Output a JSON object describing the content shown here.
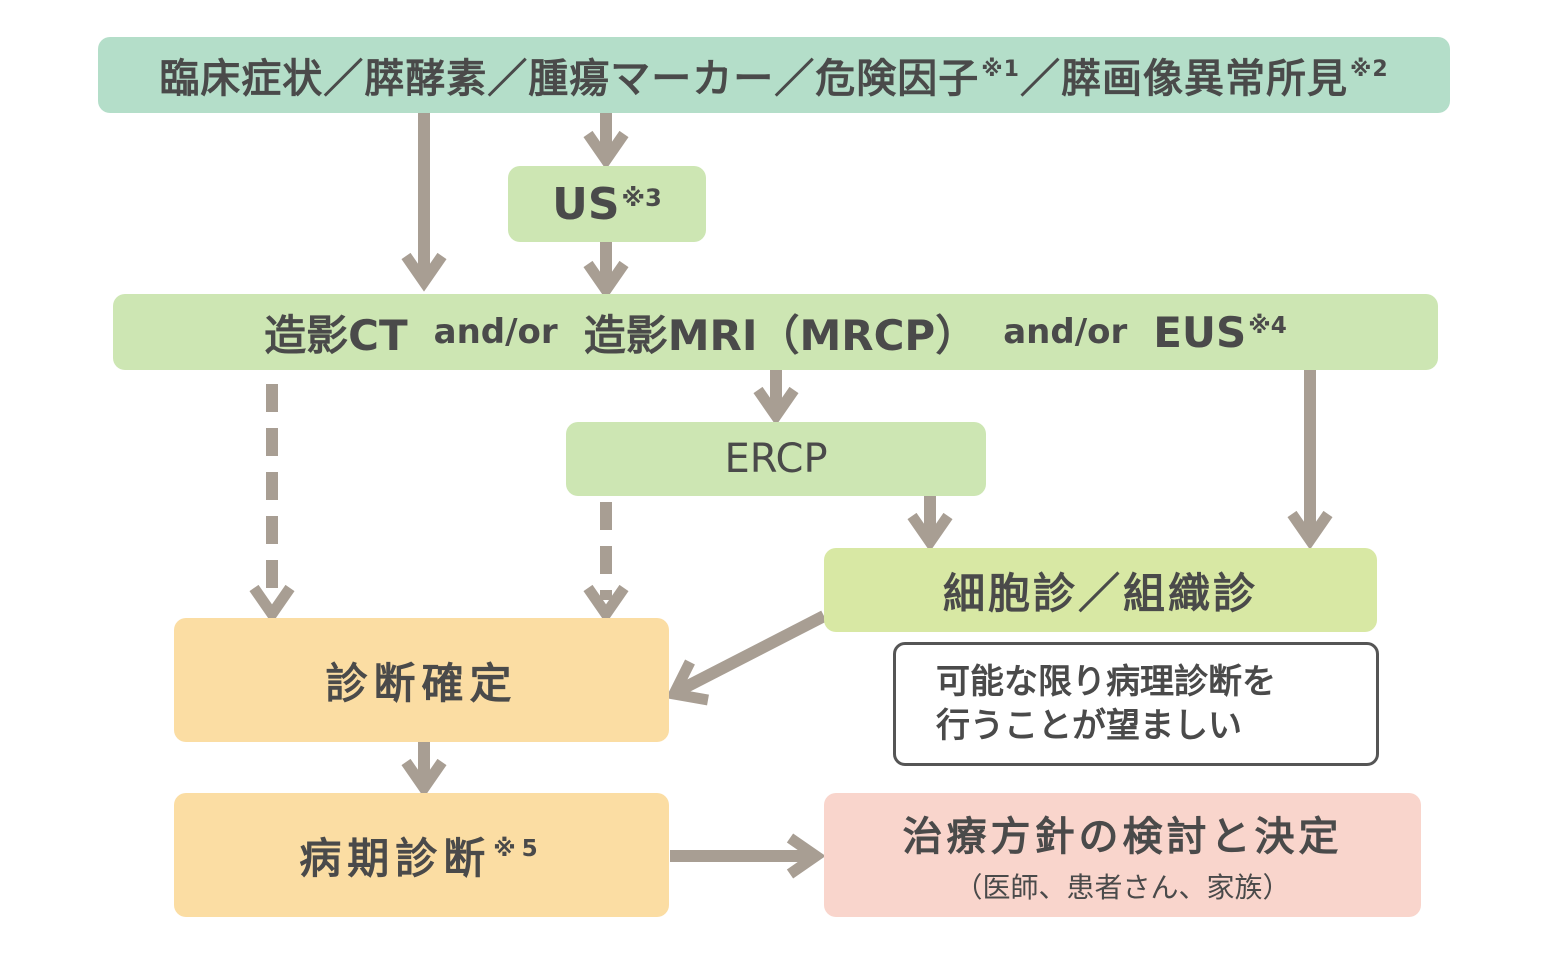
{
  "colors": {
    "arrow": "#a89e93",
    "top_box": "#b4dec9",
    "exam_box": "#cde6b3",
    "cyto_box": "#d8e8a4",
    "diagnosis_box": "#fbdda3",
    "treatment_box": "#f9d5cc"
  },
  "top": {
    "text1": "臨床症状／膵酵素／腫瘍マーカー／危険因子",
    "sup1": "※1",
    "text2": "／膵画像異常所見",
    "sup2": "※2"
  },
  "us": {
    "text": "US",
    "sup": "※3"
  },
  "imaging": {
    "part1": "造影CT",
    "and1": "and/or",
    "part2": "造影MRI（MRCP）",
    "and2": "and/or",
    "part3": "EUS",
    "sup": "※4"
  },
  "ercp": {
    "text": "ERCP"
  },
  "cyto": {
    "text": "細胞診／組織診"
  },
  "note": {
    "line1": "可能な限り病理診断を",
    "line2": "行うことが望ましい"
  },
  "diagnosis": {
    "text": "診断確定"
  },
  "staging": {
    "text": "病期診断",
    "sup": "※5"
  },
  "treatment": {
    "line1": "治療方針の検討と決定",
    "line2": "（医師、患者さん、家族）"
  }
}
